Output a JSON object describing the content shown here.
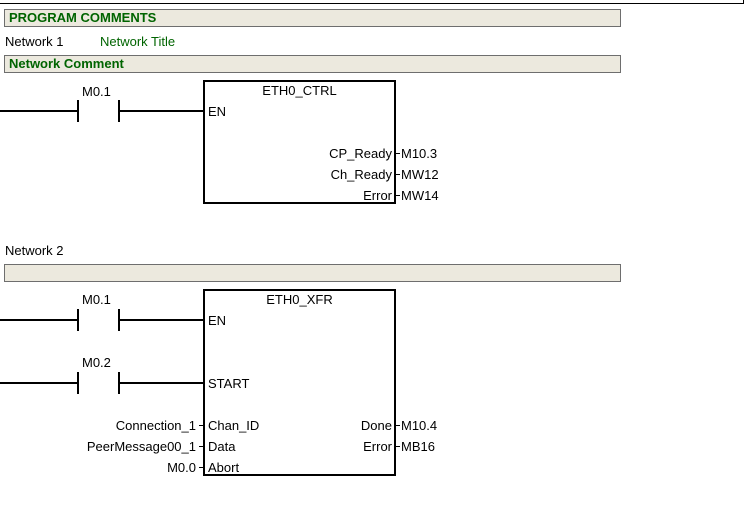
{
  "program_comments": "PROGRAM COMMENTS",
  "network1": {
    "label": "Network 1",
    "title": "Network Title",
    "comment": "Network Comment",
    "contact": "M0.1",
    "block": {
      "name": "ETH0_CTRL",
      "en": "EN",
      "outputs": [
        {
          "pin": "CP_Ready",
          "operand": "M10.3"
        },
        {
          "pin": "Ch_Ready",
          "operand": "MW12"
        },
        {
          "pin": "Error",
          "operand": "MW14"
        }
      ]
    }
  },
  "network2": {
    "label": "Network 2",
    "comment": "",
    "contact_en": "M0.1",
    "contact_start": "M0.2",
    "block": {
      "name": "ETH0_XFR",
      "en": "EN",
      "start": "START",
      "inputs": [
        {
          "operand": "Connection_1",
          "pin": "Chan_ID"
        },
        {
          "operand": "PeerMessage00_1",
          "pin": "Data"
        },
        {
          "operand": "M0.0",
          "pin": "Abort"
        }
      ],
      "outputs": [
        {
          "pin": "Done",
          "operand": "M10.4"
        },
        {
          "pin": "Error",
          "operand": "MB16"
        }
      ]
    }
  }
}
